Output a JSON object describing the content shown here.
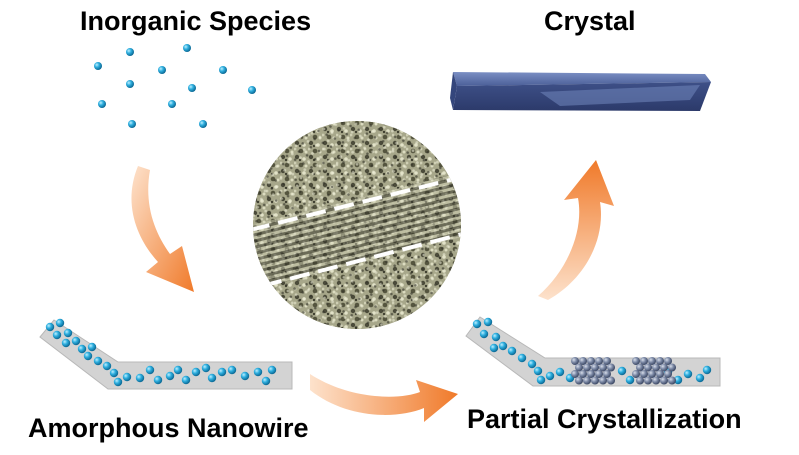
{
  "labels": {
    "inorganic_species": "Inorganic Species",
    "crystal": "Crystal",
    "amorphous_nanowire": "Amorphous Nanowire",
    "partial_crystallization": "Partial Crystallization"
  },
  "colors": {
    "particle": "#2aa8d8",
    "crystal_atom": "#6f7f9a",
    "nanowire": "#d3d3d3",
    "arrow": "#f28a3c",
    "crystal_body": "#5a70a8",
    "tem_background": "#a4a487",
    "tem_lines": "#ffffff"
  }
}
